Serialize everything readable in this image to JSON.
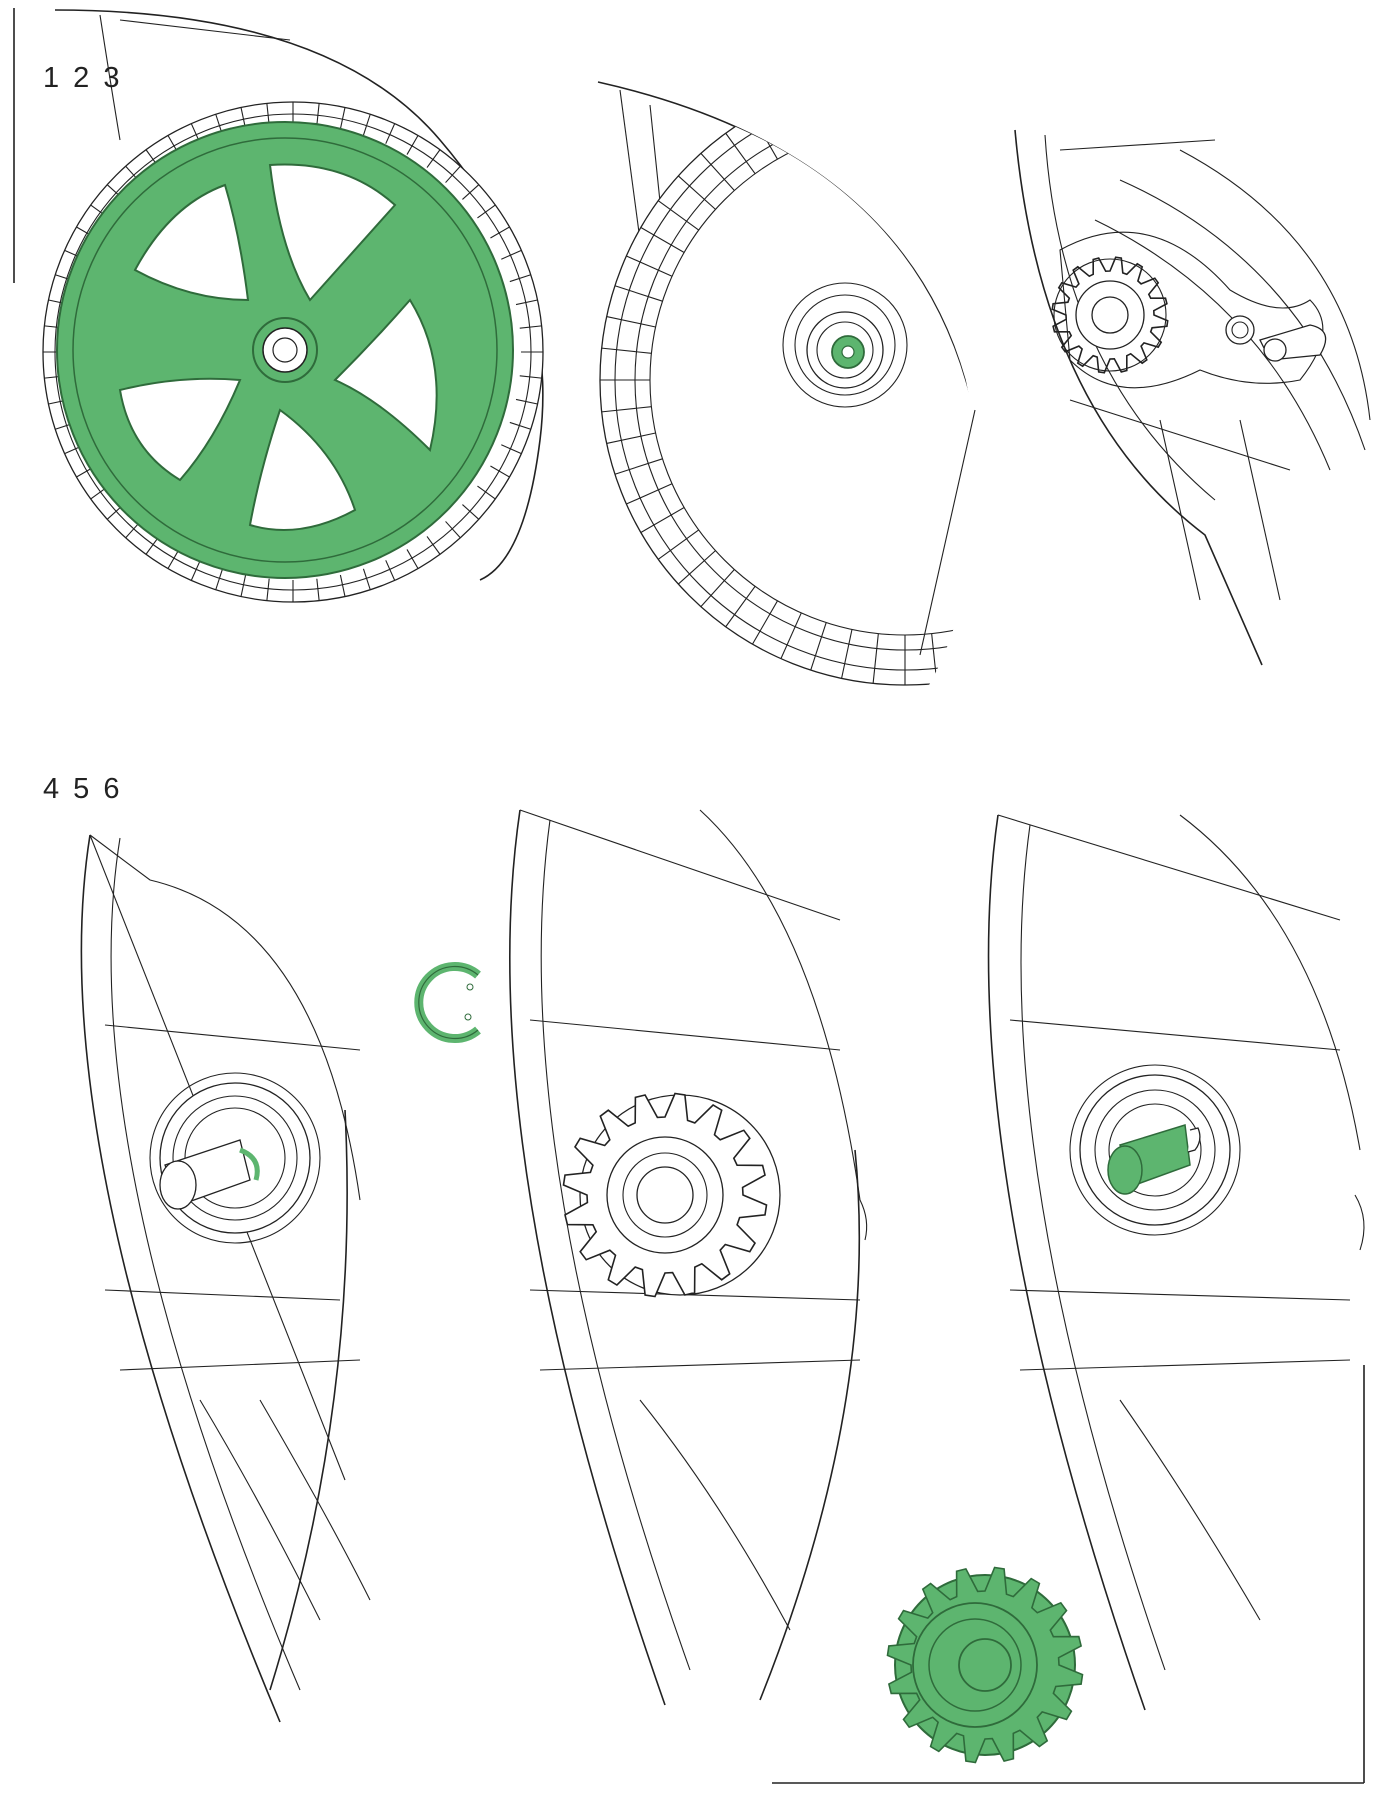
{
  "labels": {
    "row1": "1 2 3",
    "row2": "4 5 6"
  },
  "colors": {
    "highlight": "#5db56f",
    "highlight_dark": "#2f6b3b",
    "line": "#222222",
    "background": "#ffffff"
  },
  "panels": [
    {
      "step": 1,
      "highlighted_part": "wheel"
    },
    {
      "step": 2,
      "highlighted_part": "axle-nut"
    },
    {
      "step": 3,
      "highlighted_part": ""
    },
    {
      "step": 4,
      "highlighted_part": "circlip-on-shaft"
    },
    {
      "step": 5,
      "highlighted_part": "circlip"
    },
    {
      "step": 6,
      "highlighted_part": "drive-shaft-and-gear"
    }
  ]
}
